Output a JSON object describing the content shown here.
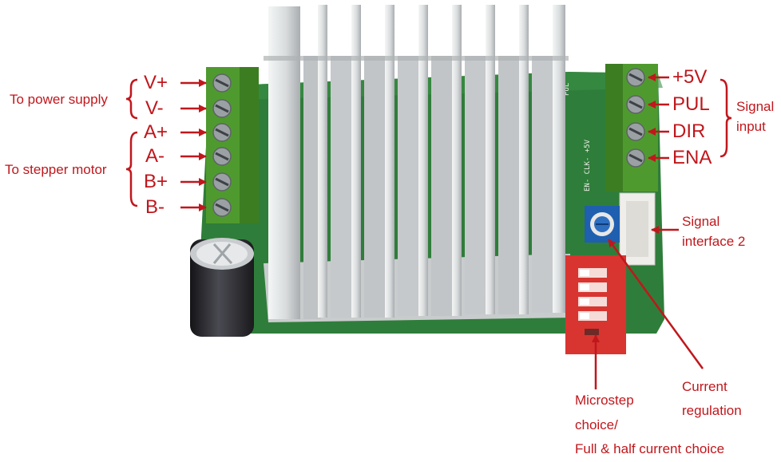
{
  "colors": {
    "annotation": "#c0171c",
    "pcb": "#2f7d3a",
    "heatsink": "#d7dadb",
    "terminal": "#4f9a2e",
    "dip_switch": "#d83530",
    "potentiometer": "#1f5fb0",
    "capacitor": "#2a2a2e"
  },
  "left": {
    "power_label": "To power supply",
    "motor_label": "To stepper motor",
    "pins": [
      "V+",
      "V-",
      "A+",
      "A-",
      "B+",
      "B-"
    ]
  },
  "right": {
    "pins": [
      "+5V",
      "PUL",
      "DIR",
      "ENA"
    ],
    "signal_input_lines": [
      "Signal",
      "input"
    ],
    "interface_lines": [
      "Signal",
      "interface 2"
    ]
  },
  "bottom": {
    "microstep_lines": [
      "Microstep",
      "choice/",
      "Full & half current choice"
    ],
    "current_lines": [
      "Current",
      "regulation"
    ]
  }
}
